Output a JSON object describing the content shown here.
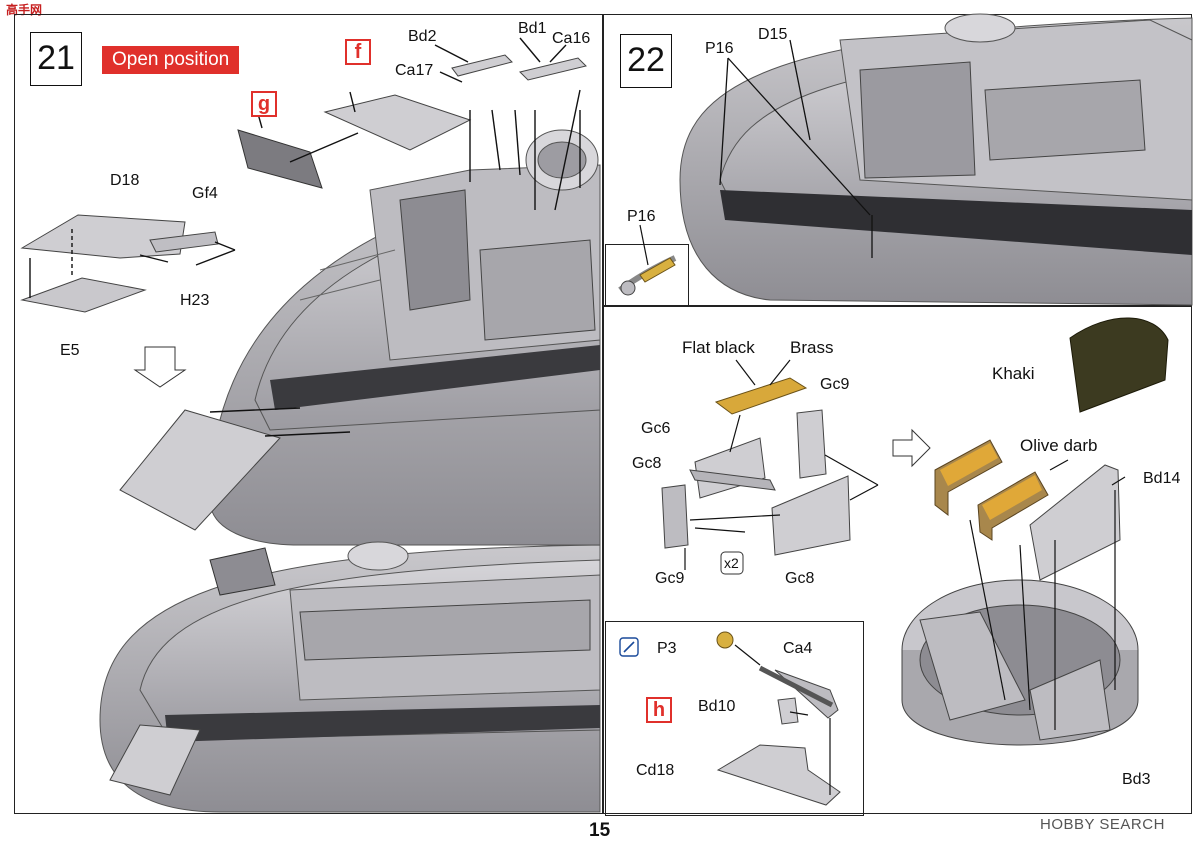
{
  "logo": "高手网",
  "steps": {
    "s21": {
      "number": "21",
      "badge": "Open position",
      "box_f": "f",
      "box_g": "g"
    },
    "s22": {
      "number": "22"
    },
    "h_box": "h"
  },
  "labels": {
    "bd2": "Bd2",
    "bd1": "Bd1",
    "ca16": "Ca16",
    "ca17": "Ca17",
    "d18": "D18",
    "gf4": "Gf4",
    "h23": "H23",
    "e5": "E5",
    "p16a": "P16",
    "d15": "D15",
    "p16b": "P16",
    "flat_black": "Flat black",
    "brass": "Brass",
    "gc9a": "Gc9",
    "gc6": "Gc6",
    "gc8a": "Gc8",
    "gc9b": "Gc9",
    "x2": "x2",
    "gc8b": "Gc8",
    "khaki": "Khaki",
    "olive": "Olive darb",
    "bd14": "Bd14",
    "bd3": "Bd3",
    "p3": "P3",
    "ca4": "Ca4",
    "bd10": "Bd10",
    "cd18": "Cd18"
  },
  "page_number": "15",
  "watermark": "HOBBY SEARCH",
  "colors": {
    "red": "#e0302b",
    "hull": "#b9b8bc",
    "hull_dark": "#7f7e84",
    "skirt": "#3a3a3e",
    "brass": "#d8a83a",
    "olive": "#a8874c",
    "khaki": "#3c3a20"
  }
}
